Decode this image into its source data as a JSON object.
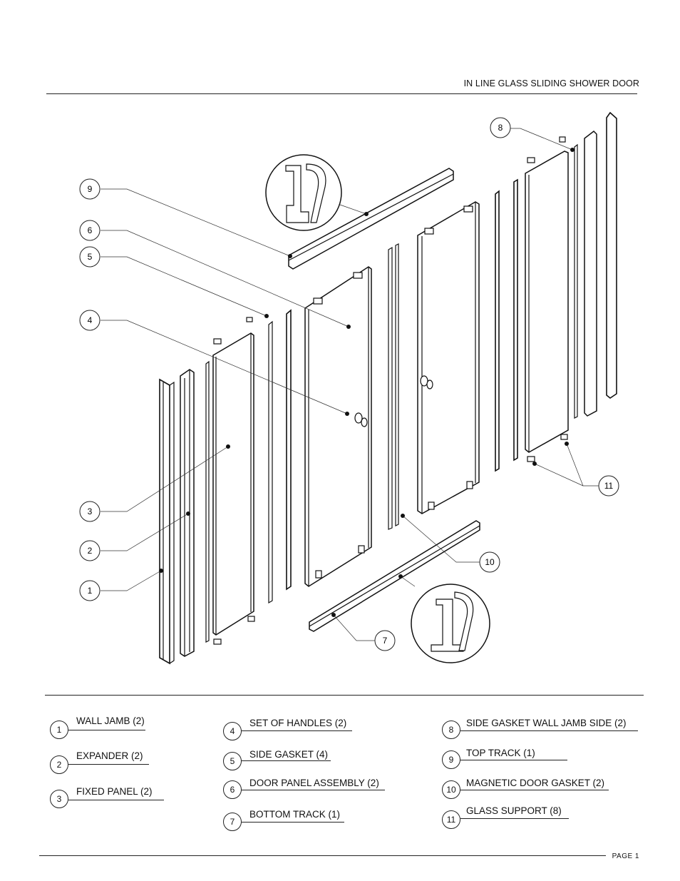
{
  "header": {
    "title": "IN LINE GLASS SLIDING SHOWER DOOR"
  },
  "callouts": [
    "1",
    "2",
    "3",
    "4",
    "5",
    "6",
    "7",
    "8",
    "9",
    "10",
    "11"
  ],
  "legend": [
    {
      "num": "1",
      "label": "WALL JAMB (2)"
    },
    {
      "num": "2",
      "label": "EXPANDER  (2)"
    },
    {
      "num": "3",
      "label": "FIXED PANEL (2)"
    },
    {
      "num": "4",
      "label": "SET OF HANDLES (2)"
    },
    {
      "num": "5",
      "label": "SIDE GASKET (4)"
    },
    {
      "num": "6",
      "label": "DOOR PANEL ASSEMBLY (2)"
    },
    {
      "num": "7",
      "label": "BOTTOM TRACK (1)"
    },
    {
      "num": "8",
      "label": "SIDE GASKET WALL JAMB SIDE (2)"
    },
    {
      "num": "9",
      "label": "TOP TRACK (1)"
    },
    {
      "num": "10",
      "label": "MAGNETIC DOOR GASKET (2)"
    },
    {
      "num": "11",
      "label": "GLASS SUPPORT (8)"
    }
  ],
  "footer": {
    "page": "PAGE 1"
  }
}
